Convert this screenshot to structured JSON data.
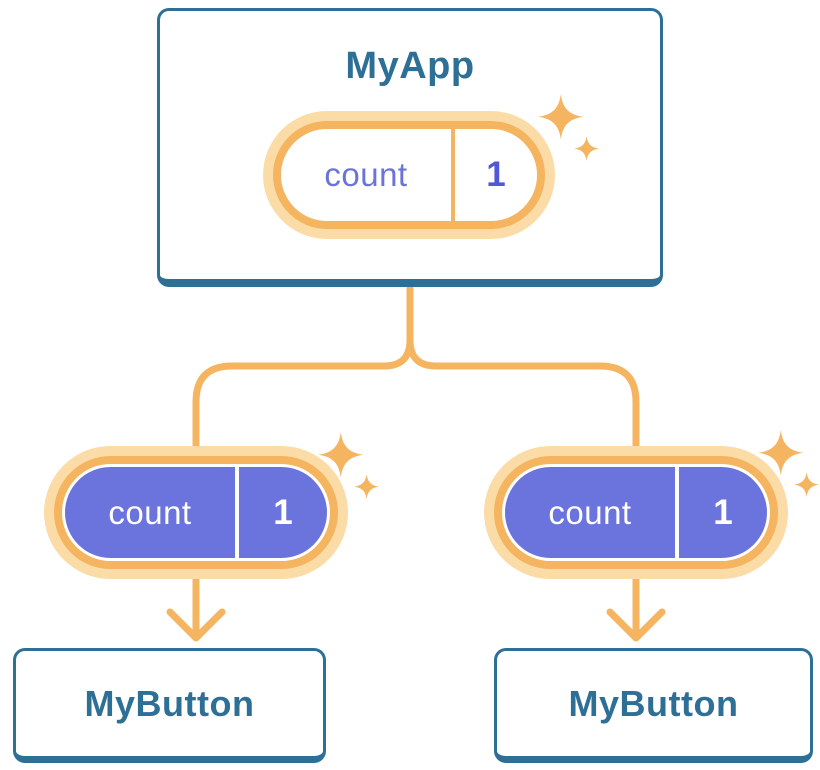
{
  "colors": {
    "blue": "#2E6F96",
    "orange": "#F5B45F",
    "cream": "#FBDCA6",
    "purple": "#6B74DC",
    "purple_text": "#6A73DB",
    "indigo": "#5158D8",
    "surface": "#FFFFFF"
  },
  "root": {
    "label": "MyApp",
    "pill": {
      "key": "count",
      "value": "1"
    }
  },
  "children": [
    {
      "label": "MyButton",
      "pill": {
        "key": "count",
        "value": "1"
      }
    },
    {
      "label": "MyButton",
      "pill": {
        "key": "count",
        "value": "1"
      }
    }
  ]
}
